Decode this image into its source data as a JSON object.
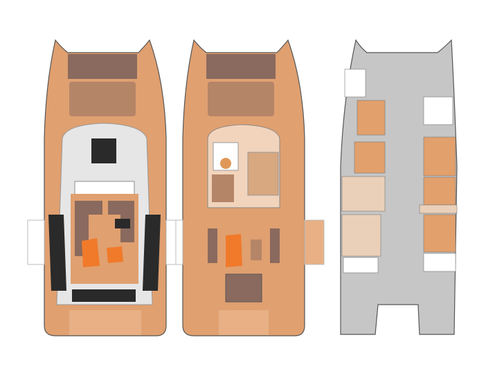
{
  "colors": {
    "deck": "#e0a070",
    "deck_dark": "#8a6a5e",
    "hull_outline": "#555555",
    "interior_gray": "#c6c6c6",
    "window": "#2a2a2a",
    "highlight": "#f07a2a",
    "cabin": "#e2a06c",
    "roof": "#e6e6e6"
  },
  "plans": [
    "flybridge-deck",
    "main-deck",
    "lower-hulls"
  ]
}
